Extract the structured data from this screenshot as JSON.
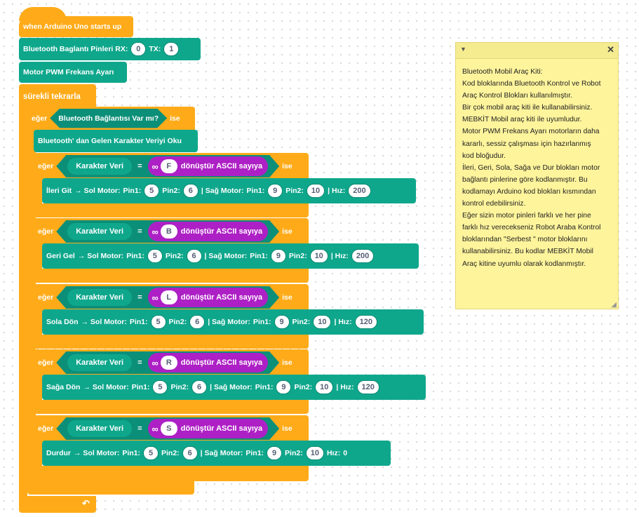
{
  "hat": {
    "label": "when Arduino Uno starts up"
  },
  "bt_pins": {
    "label": "Bluetooth Baglantı Pinleri RX:",
    "rx": "0",
    "tx_label": "TX:",
    "tx": "1"
  },
  "pwm": {
    "label": "Motor PWM Frekans Ayarı"
  },
  "forever": {
    "label": "sürekli tekrarla"
  },
  "outer_if": {
    "if_label": "eğer",
    "condition": "Bluetooth Bağlantısı Var mı?",
    "then_label": "ise"
  },
  "read_block": {
    "label": "Bluetooth' dan Gelen Karakter Veriyi Oku"
  },
  "char_var": "Karakter Veri",
  "eq_symbol": "=",
  "ascii_label": "dönüştür ASCII sayıya",
  "if_label": "eğer",
  "then_label": "ise",
  "motor_labels": {
    "sol": "→ Sol Motor:",
    "pin1": "Pin1:",
    "pin2": "Pin2:",
    "sag": "| Sağ Motor:",
    "hiz": "| Hız:",
    "hiz_nobar": "Hız:"
  },
  "branches": [
    {
      "char": "F",
      "action": "İleri Git",
      "sol_pin1": "5",
      "sol_pin2": "6",
      "sag_pin1": "9",
      "sag_pin2": "10",
      "speed": "200"
    },
    {
      "char": "B",
      "action": "Geri Gel",
      "sol_pin1": "5",
      "sol_pin2": "6",
      "sag_pin1": "9",
      "sag_pin2": "10",
      "speed": "200"
    },
    {
      "char": "L",
      "action": "Sola Dön",
      "sol_pin1": "5",
      "sol_pin2": "6",
      "sag_pin1": "9",
      "sag_pin2": "10",
      "speed": "120"
    },
    {
      "char": "R",
      "action": "Sağa Dön",
      "sol_pin1": "5",
      "sol_pin2": "6",
      "sag_pin1": "9",
      "sag_pin2": "10",
      "speed": "120"
    },
    {
      "char": "S",
      "action": "Durdur",
      "sol_pin1": "5",
      "sol_pin2": "6",
      "sag_pin1": "9",
      "sag_pin2": "10",
      "speed": "0"
    }
  ],
  "note": {
    "collapse_icon": "triangle-down-icon",
    "close_icon": "close-icon",
    "lines": [
      "Bluetooth Mobil Araç Kiti:",
      "Kod bloklarında Bluetooth Kontrol ve Robot",
      "Araç Kontrol Blokları kullanılmıştır.",
      "Bir çok mobil araç kiti ile kullanabilirsiniz.",
      "MEBKİT Mobil araç kiti ile uyumludur.",
      "Motor PWM Frekans Ayarı motorların daha",
      "kararlı, sessiz çalışması için hazırlanmış",
      "kod bloğudur.",
      "İleri, Geri, Sola, Sağa ve Dur blokları motor",
      "bağlantı pinlerine göre kodlanmıştır. Bu",
      "kodlamayı Arduino kod blokları kısmından",
      "kontrol edebilirsiniz.",
      "Eğer sizin motor pinleri farklı ve her pine",
      "farklı hız verecekseniz Robot Araba Kontrol",
      "bloklarından \"Serbest \" motor bloklarını",
      "kullanabilirsiniz. Bu kodlar MEBKİT Mobil",
      "Araç kitine uyumlu olarak kodlanmıştır."
    ]
  },
  "colors": {
    "control": "#ffab19",
    "robot": "#0fa78c",
    "ascii": "#ad20c5",
    "note": "#fef49c"
  }
}
